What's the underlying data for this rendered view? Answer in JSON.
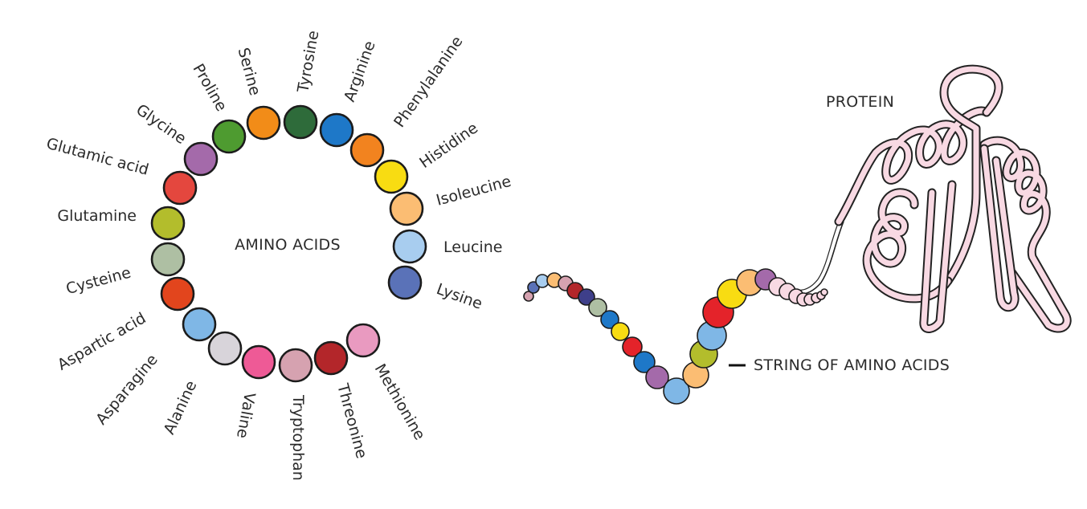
{
  "diagram": {
    "center_label": "AMINO ACIDS",
    "chain_label": "STRING OF AMINO ACIDS",
    "protein_label": "PROTEIN",
    "amino_acids": [
      {
        "name": "Tyrosine",
        "color": "#2e6b3a"
      },
      {
        "name": "Arginine",
        "color": "#1e78c8"
      },
      {
        "name": "Phenylalanine",
        "color": "#f2831f"
      },
      {
        "name": "Histidine",
        "color": "#f8dc12"
      },
      {
        "name": "Isoleucine",
        "color": "#fbbd73"
      },
      {
        "name": "Leucine",
        "color": "#a8cdef"
      },
      {
        "name": "Lysine",
        "color": "#5a72b8"
      },
      {
        "name": "Methionine",
        "color": "#e99ac0"
      },
      {
        "name": "Threonine",
        "color": "#b3262a"
      },
      {
        "name": "Tryptophan",
        "color": "#d6a2b0"
      },
      {
        "name": "Valine",
        "color": "#ee5a96"
      },
      {
        "name": "Alanine",
        "color": "#d8d4da"
      },
      {
        "name": "Asparagine",
        "color": "#7fb7e6"
      },
      {
        "name": "Aspartic acid",
        "color": "#e2451d"
      },
      {
        "name": "Cysteine",
        "color": "#aebfa3"
      },
      {
        "name": "Glutamine",
        "color": "#b3bd2c"
      },
      {
        "name": "Glutamic acid",
        "color": "#e4473e"
      },
      {
        "name": "Glycine",
        "color": "#a46aaa"
      },
      {
        "name": "Proline",
        "color": "#4e9b30"
      },
      {
        "name": "Serine",
        "color": "#f28c18"
      }
    ],
    "chain_colors": [
      "#d6a2b0",
      "#5a72b8",
      "#a8cdef",
      "#fbbd73",
      "#d6a2b0",
      "#b3262a",
      "#3e3f8a",
      "#aebfa3",
      "#1e78c8",
      "#f8dc12",
      "#e4232a",
      "#1e78c8",
      "#a46aaa",
      "#7fb7e6",
      "#fbbd73",
      "#b3bd2c",
      "#7fb7e6",
      "#e4232a",
      "#f8dc12",
      "#fbbd73",
      "#a46aaa",
      "#f8d9e3",
      "#f8d9e3",
      "#f8d9e3",
      "#f8d9e3",
      "#f8d9e3",
      "#f8d9e3",
      "#f8d9e3",
      "#f8d9e3"
    ],
    "protein_color": "#f8d9e3"
  }
}
